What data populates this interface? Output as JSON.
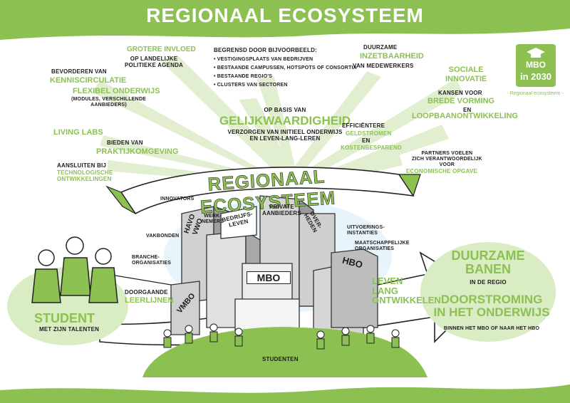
{
  "title": "REGIONAAL ECOSYSTEEM",
  "badge": {
    "line1": "MBO",
    "line2": "in 2030",
    "subtitle": "- Regionaal ecosysteem -"
  },
  "banner": "REGIONAAL ECOSYSTEEM",
  "rays": {
    "grotere_invloed": {
      "green": "GROTERE INVLOED",
      "dark": "OP LANDELIJKE\nPOLITIEKE AGENDA"
    },
    "begrensd": {
      "heading": "BEGRENSD DOOR BIJVOORBEELD:",
      "bullets": [
        "VESTIGINGSPLAATS VAN BEDRIJVEN",
        "BESTAANDE CAMPUSSEN, HOTSPOTS OF CONSORTIA",
        "BESTAANDE REGIO'S",
        "CLUSTERS VAN SECTOREN"
      ]
    },
    "duurzame": {
      "dark1": "DUURZAME",
      "green": "INZETBAARHEID",
      "dark2": "VAN MEDEWERKERS"
    },
    "bevorderen": {
      "dark": "BEVORDEREN VAN",
      "green": "KENNISCIRCULATIE"
    },
    "flexibel": {
      "green": "FLEXIBEL ONDERWIJS",
      "dark": "(MODULES, VERSCHILLENDE\nAANBIEDERS)"
    },
    "sociale": {
      "green": "SOCIALE\nINNOVATIE"
    },
    "kansen": {
      "dark": "KANSEN VOOR",
      "green1": "BREDE VORMING",
      "dark2": "EN",
      "green2": "LOOPBAANONTWIKKELING"
    },
    "gelijkwaardigheid": {
      "dark1": "OP BASIS VAN",
      "green": "GELIJKWAARDIGHEID",
      "dark2": "VERZORGEN VAN INITIEEL ONDERWIJS\nEN LEVEN-LANG-LEREN"
    },
    "living_labs": {
      "green": "LIVING LABS"
    },
    "bieden": {
      "dark": "BIEDEN VAN",
      "green": "PRAKTIJKOMGEVING"
    },
    "efficientere": {
      "dark1": "EFFICIËNTERE",
      "green1": "GELDSTROMEN",
      "dark2": "EN",
      "green2": "KOSTENBESPAREND"
    },
    "aansluiten": {
      "dark": "AANSLUITEN BIJ",
      "green": "TECHNOLOGISCHE\nONTWIKKELINGEN"
    },
    "partners": {
      "dark": "PARTNERS VOELEN\nZICH VERANTWOORDELIJK\nVOOR",
      "green": "ECONOMISCHE OPGAVE"
    }
  },
  "stakeholders": {
    "innovators": "INNOVATORS",
    "werknemers": "WERK-\nNEMERS",
    "vakbonden": "VAKBONDEN",
    "branche": "BRANCHE-\nORGANISATIES",
    "uitvoerings": "UITVOERINGS-\nINSTANTIES",
    "maatschappelijk": "MAATSCHAPPELIJKE\nORGANISATIES"
  },
  "buildings": {
    "havo_vwo": "HAVO\nVWO",
    "bedrijfsleven": "BEDRIJFS-\nLEVEN",
    "private": "PRIVATE\nAANBIEDERS",
    "overheden": "OVER-\nHEDEN",
    "mbo": "MBO",
    "hbo": "HBO",
    "vmbo": "VMBO"
  },
  "student": {
    "green": "STUDENT",
    "dark": "MET ZIJN TALENTEN"
  },
  "doorgaande": {
    "dark": "DOORGAANDE",
    "green": "LEERLIJNEN"
  },
  "leven_lang": "LEVEN\nLANG\nONTWIKKELEN",
  "studenten": "STUDENTEN",
  "outcomes": {
    "banen": "DUURZAME\nBANEN",
    "banen_sub": "IN DE REGIO",
    "doorstroming": "DOORSTROMING\nIN HET ONDERWIJS",
    "doorstroming_sub": "BINNEN HET MBO OF NAAR HET HBO"
  },
  "colors": {
    "green": "#8cc152",
    "light_green": "#d9ecc4",
    "dark": "#1d1d1d",
    "gray": "#bdbdbd"
  }
}
